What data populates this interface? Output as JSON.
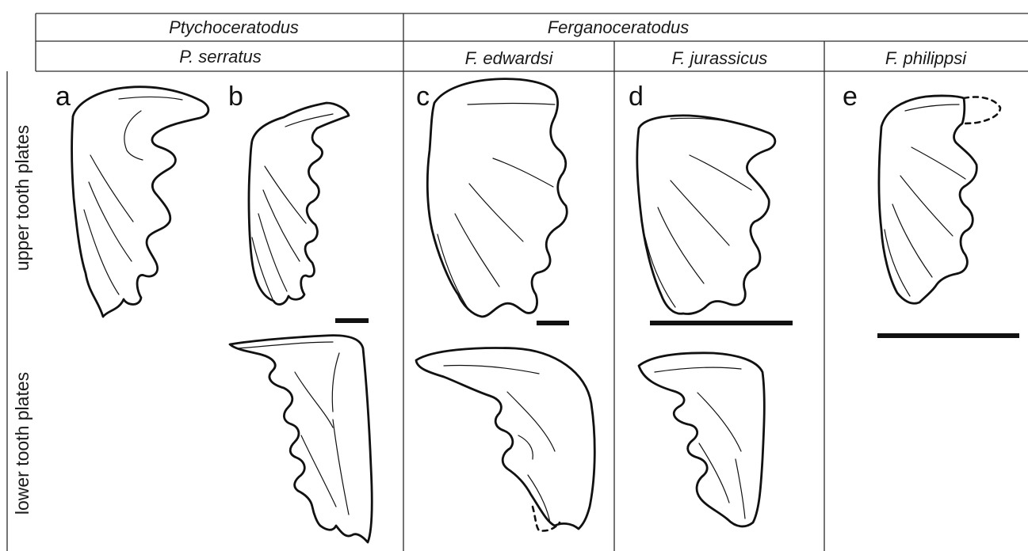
{
  "genera": {
    "ptychoceratodus": "Ptychoceratodus",
    "ferganoceratodus": "Ferganoceratodus"
  },
  "species": {
    "serratus": "P. serratus",
    "edwardsi": "F. edwardsi",
    "jurassicus": "F. jurassicus",
    "philippsi": "F. philippsi"
  },
  "rows": {
    "upper": "upper tooth plates",
    "lower": "lower tooth plates"
  },
  "panels": {
    "a": "a",
    "b": "b",
    "c": "c",
    "d": "d",
    "e": "e"
  }
}
